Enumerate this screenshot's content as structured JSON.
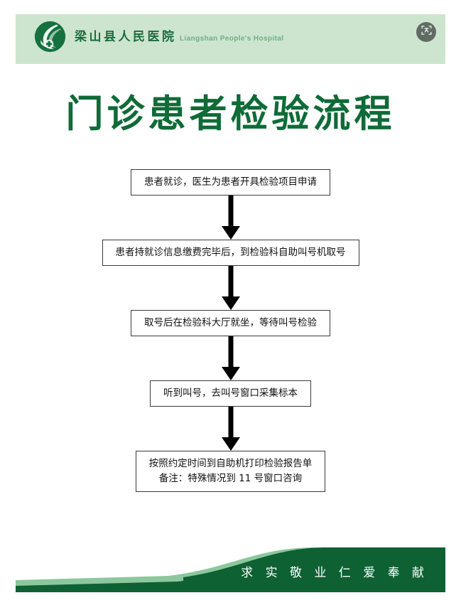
{
  "header": {
    "brand_cn": "梁山县人民医院",
    "brand_en": "Liangshan People's Hospital",
    "logo_icon": "hospital-swirl-cross-logo",
    "scan_icon": "scan-frame-icon",
    "band_color": "#cde5cf",
    "brand_color": "#1c6b3c"
  },
  "title": "门诊患者检验流程",
  "title_color": "#0f6b37",
  "flow": {
    "arrow_icon": "down-arrow-icon",
    "steps": [
      {
        "line1": "患者就诊，医生为患者开具检验项目申请",
        "line2": ""
      },
      {
        "line1": "患者持就诊信息缴费完毕后，到检验科自助叫号机取号",
        "line2": ""
      },
      {
        "line1": "取号后在检验科大厅就坐，等待叫号检验",
        "line2": ""
      },
      {
        "line1": "听到叫号，去叫号窗口采集标本",
        "line2": ""
      },
      {
        "line1": "按照约定时间到自助机打印检验报告单",
        "line2": "备注：特殊情况到 11 号窗口咨询"
      }
    ]
  },
  "footer": {
    "slogan": "求 实 敬 业   仁 爱 奉 献",
    "dark_color": "#0d6133",
    "light_color": "#8cc79d"
  }
}
